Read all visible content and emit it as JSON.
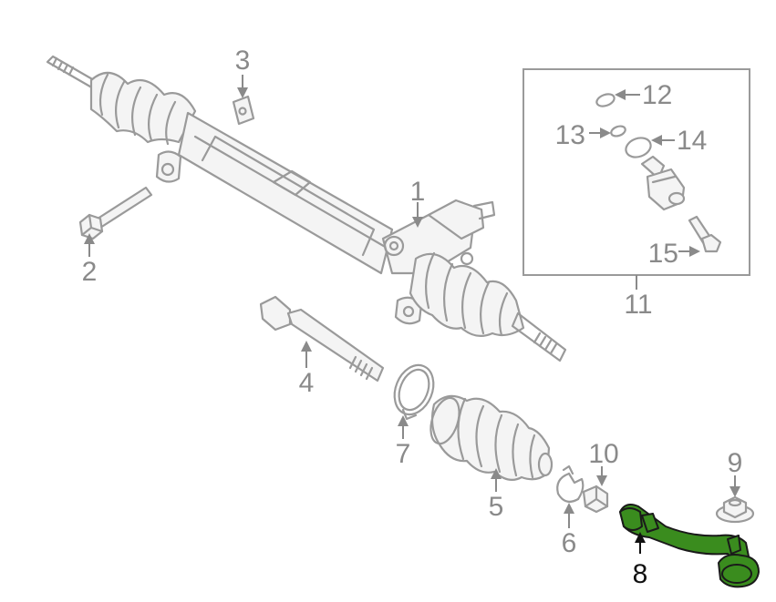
{
  "diagram": {
    "callouts": {
      "c1": "1",
      "c2": "2",
      "c3": "3",
      "c4": "4",
      "c5": "5",
      "c6": "6",
      "c7": "7",
      "c8": "8",
      "c9": "9",
      "c10": "10",
      "c11": "11",
      "c12": "12",
      "c13": "13",
      "c14": "14",
      "c15": "15"
    },
    "highlighted_part": "8",
    "colors": {
      "highlight": "#3a8c1e",
      "line_art": "#9a9a9a",
      "highlight_label": "#111111"
    }
  }
}
